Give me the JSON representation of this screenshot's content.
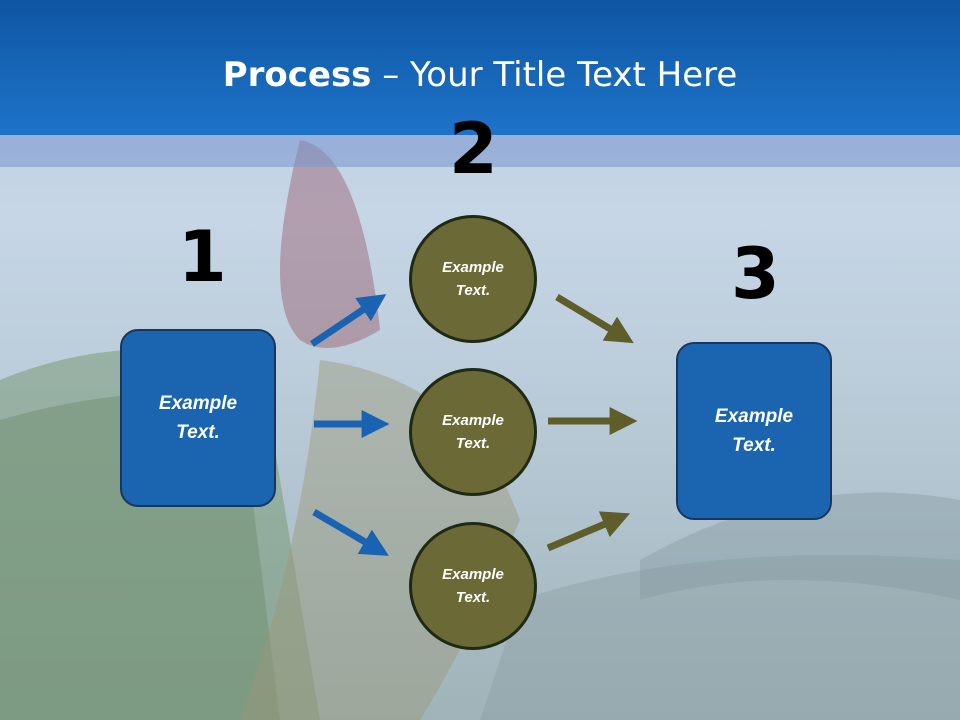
{
  "title": {
    "bold": "Process",
    "rest": " – Your Title Text Here"
  },
  "steps": [
    {
      "number": "1",
      "label": "Example Text."
    },
    {
      "number": "2",
      "circles": [
        "Example Text.",
        "Example Text.",
        "Example Text."
      ]
    },
    {
      "number": "3",
      "label": "Example Text."
    }
  ],
  "colors": {
    "header": "#1565c0",
    "box_fill": "#1b64b0",
    "circle_fill": "#6b6935",
    "left_arrow": "#1a63b2",
    "right_arrow": "#5f5d2a"
  }
}
